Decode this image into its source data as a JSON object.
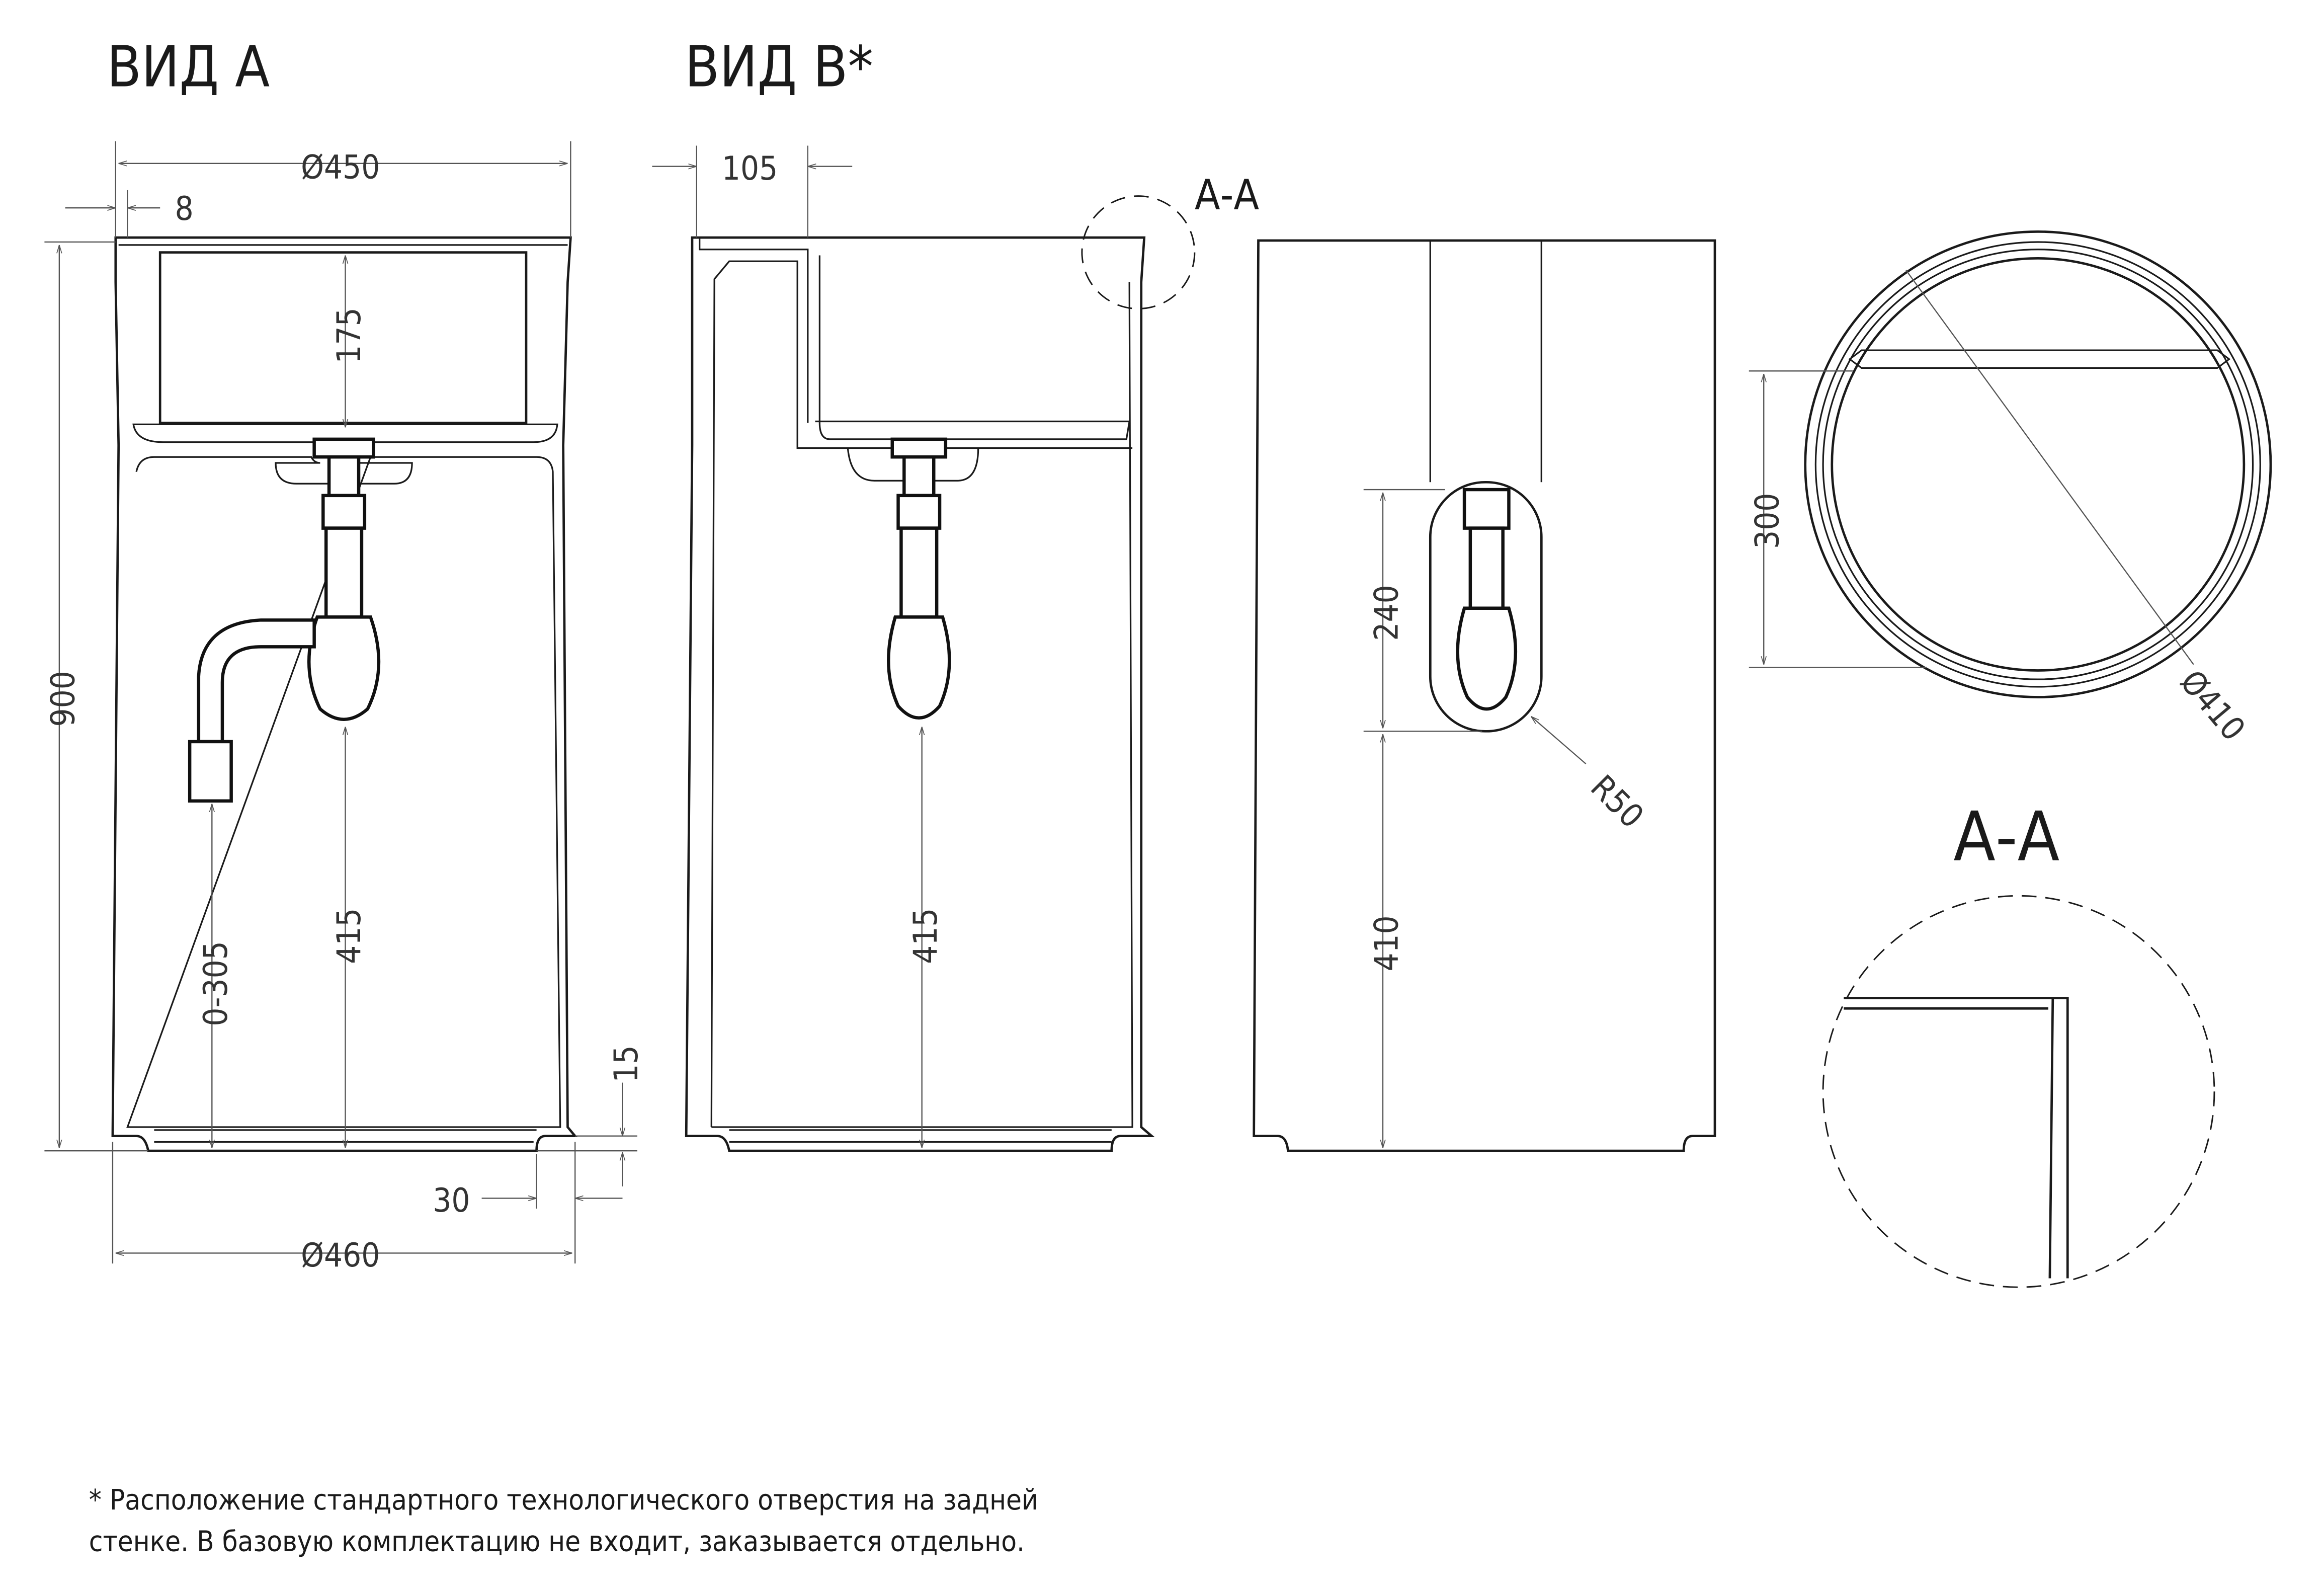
{
  "titles": {
    "view_a": "ВИД А",
    "view_b": "ВИД В*",
    "section_ref": "А-А",
    "section_title": "А-А"
  },
  "dims": {
    "d450": "Ø450",
    "d8": "8",
    "d900": "900",
    "d175": "175",
    "d415a": "415",
    "d0305": "0-305",
    "d15": "15",
    "d30": "30",
    "d460": "Ø460",
    "d105": "105",
    "d415b": "415",
    "d240": "240",
    "d410": "410",
    "r50": "R50",
    "d300": "300",
    "d410c": "Ø410"
  },
  "footnote": {
    "line1": "* Расположение стандартного технологического отверстия на задней",
    "line2": "стенке. В базовую комплектацию не входит, заказывается отдельно."
  }
}
